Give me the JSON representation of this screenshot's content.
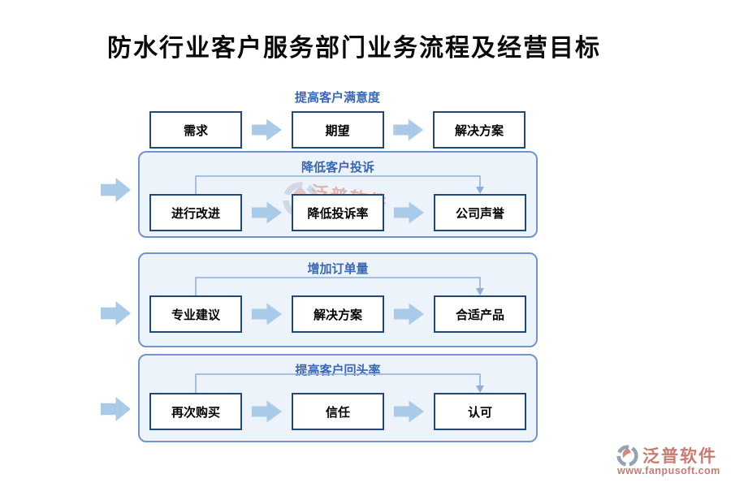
{
  "title": "防水行业客户服务部门业务流程及经营目标",
  "rows": [
    {
      "label": "提高客户满意度",
      "boxes": [
        "需求",
        "期望",
        "解决方案"
      ]
    },
    {
      "label": "降低客户投诉",
      "boxes": [
        "进行改进",
        "降低投诉率",
        "公司声誉"
      ]
    },
    {
      "label": "增加订单量",
      "boxes": [
        "专业建议",
        "解决方案",
        "合适产品"
      ]
    },
    {
      "label": "提高客户回头率",
      "boxes": [
        "再次购买",
        "信任",
        "认可"
      ]
    }
  ],
  "watermark": {
    "brand": "泛普软件"
  },
  "footer": {
    "brand": "泛普软件",
    "url": "www.fanpusoft.com"
  },
  "colors": {
    "title_text": "#0a0a0a",
    "section_label": "#3A67B1",
    "box_border": "#1F497D",
    "panel_fill": "#EDF3FA",
    "panel_border": "#7293CB",
    "block_arrow": "#A9CBE8",
    "connector": "#8FAEDA",
    "brand": "#C87C70"
  }
}
